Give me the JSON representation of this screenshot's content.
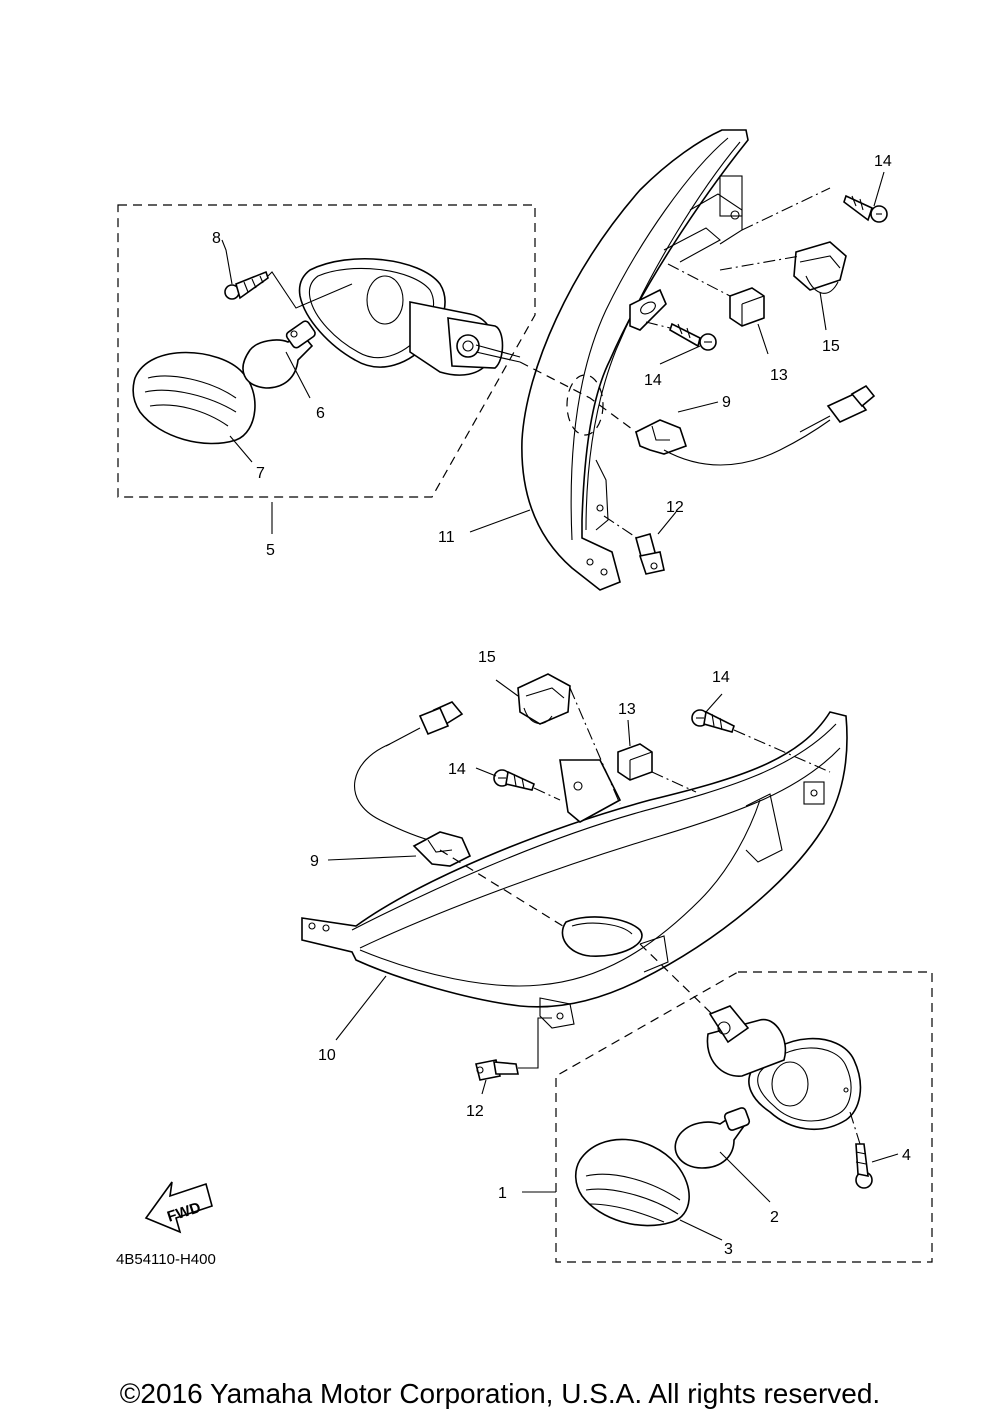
{
  "diagram": {
    "diagram_code": "4B54110-H400",
    "direction_label": "FWD",
    "callouts": {
      "c1": "1",
      "c2": "2",
      "c3": "3",
      "c4": "4",
      "c5": "5",
      "c6": "6",
      "c7": "7",
      "c8": "8",
      "c9_top": "9",
      "c9_bottom": "9",
      "c10": "10",
      "c11": "11",
      "c12_top": "12",
      "c12_bottom": "12",
      "c13_top": "13",
      "c13_bottom": "13",
      "c14_top_right": "14",
      "c14_top_mid": "14",
      "c14_bottom_left": "14",
      "c14_bottom_right": "14",
      "c15_top": "15",
      "c15_bottom": "15"
    }
  },
  "footer": {
    "copyright": "©2016 Yamaha Motor Corporation, U.S.A. All rights reserved."
  }
}
